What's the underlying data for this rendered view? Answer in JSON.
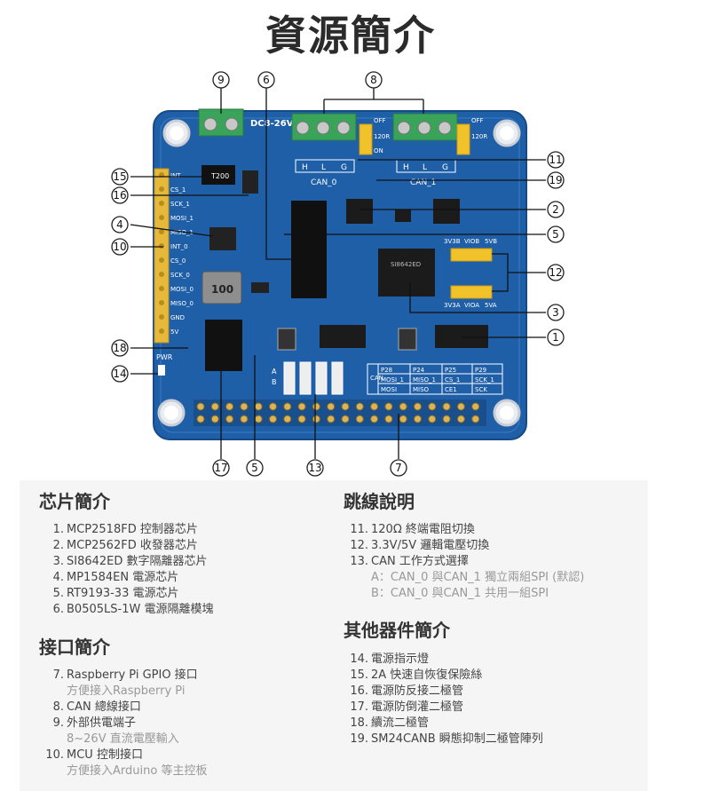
{
  "title": "資源簡介",
  "board": {
    "labels": {
      "dc": "DC8-26V",
      "can0": "CAN_0",
      "can1": "CAN_1",
      "h": "H",
      "l": "L",
      "g": "G",
      "off": "OFF",
      "r120": "120R",
      "on": "ON",
      "pwr": "PWR",
      "fuse": "T200",
      "inductor": "100",
      "chip_isolator": "SI8642ED",
      "v3v3b": "3V3B",
      "vio_b": "VIOB",
      "v5b": "5VB",
      "v3v3a": "3V3A",
      "vio_a": "VIOA",
      "v5a": "5VA",
      "pins": [
        "INT",
        "CS_1",
        "SCK_1",
        "MOSI_1",
        "MISO_1",
        "INT_0",
        "CS_0",
        "SCK_0",
        "MOSI_0",
        "MISO_0",
        "GND",
        "5V"
      ],
      "table_head": [
        "P28",
        "P24",
        "P25",
        "P29"
      ],
      "table_r1": [
        "MOSI_1",
        "MISO_1",
        "CS_1",
        "SCK_1"
      ],
      "table_r2": [
        "MOSI",
        "MISO",
        "CE1",
        "SCK"
      ],
      "can_vert": "CAN",
      "ab_a": "A",
      "ab_b": "B"
    },
    "callouts": [
      "1",
      "2",
      "3",
      "4",
      "5",
      "6",
      "7",
      "8",
      "9",
      "10",
      "11",
      "12",
      "13",
      "14",
      "15",
      "16",
      "17",
      "18",
      "19"
    ]
  },
  "left": {
    "chip_title": "芯片簡介",
    "chips": [
      {
        "num": "1.",
        "text": "MCP2518FD 控制器芯片"
      },
      {
        "num": "2.",
        "text": "MCP2562FD 收發器芯片"
      },
      {
        "num": "3.",
        "text": "SI8642ED 數字隔離器芯片"
      },
      {
        "num": "4.",
        "text": "MP1584EN 電源芯片"
      },
      {
        "num": "5.",
        "text": "RT9193-33 電源芯片"
      },
      {
        "num": "6.",
        "text": "B0505LS-1W 電源隔離模塊"
      }
    ],
    "iface_title": "接口簡介",
    "ifaces": [
      {
        "num": "7.",
        "text": "Raspberry Pi GPIO 接口",
        "sub": "方便接入Raspberry Pi"
      },
      {
        "num": "8.",
        "text": "CAN 總線接口",
        "sub": ""
      },
      {
        "num": "9.",
        "text": "外部供電端子",
        "sub": "8~26V 直流電壓輸入"
      },
      {
        "num": "10.",
        "text": "MCU 控制接口",
        "sub": "方便接入Arduino 等主控板"
      }
    ]
  },
  "right": {
    "jumper_title": "跳線說明",
    "jumpers": [
      {
        "num": "11.",
        "text": "120Ω 終端電阻切換"
      },
      {
        "num": "12.",
        "text": "3.3V/5V 邏輯電壓切換"
      },
      {
        "num": "13.",
        "text": "CAN 工作方式選擇"
      }
    ],
    "jumper_subs": [
      "A：CAN_0 與CAN_1 獨立兩組SPI (默認)",
      "B：CAN_0 與CAN_1 共用一組SPI"
    ],
    "other_title": "其他器件簡介",
    "others": [
      {
        "num": "14.",
        "text": "電源指示燈"
      },
      {
        "num": "15.",
        "text": "2A 快速自恢復保險絲"
      },
      {
        "num": "16.",
        "text": "電源防反接二極管"
      },
      {
        "num": "17.",
        "text": "電源防倒灌二極管"
      },
      {
        "num": "18.",
        "text": "續流二極管"
      },
      {
        "num": "19.",
        "text": "SM24CANB 瞬態抑制二極管陣列"
      }
    ]
  }
}
